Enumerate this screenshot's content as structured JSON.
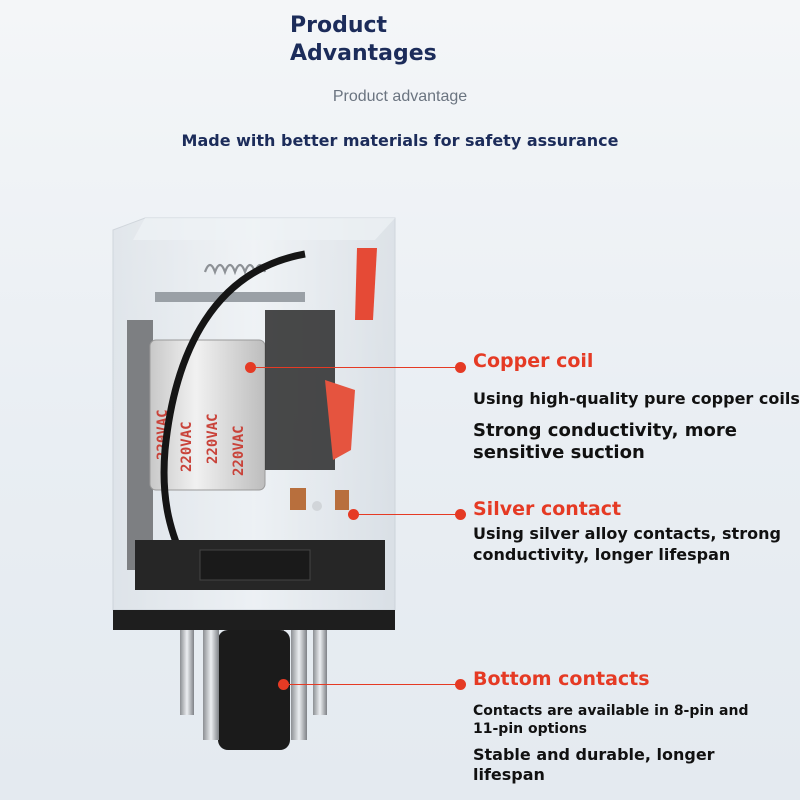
{
  "header": {
    "title_line1": "Product",
    "title_line2": "Advantages",
    "subtitle": "Product advantage",
    "tagline": "Made with better materials for safety assurance"
  },
  "product_image": {
    "coil_label": "220VAC"
  },
  "callouts": [
    {
      "title": "Copper coil",
      "lines": [
        "Using high-quality pure copper coils,",
        "Strong conductivity, more",
        "sensitive suction"
      ]
    },
    {
      "title": "Silver contact",
      "lines": [
        "Using silver alloy contacts, strong",
        "conductivity, longer lifespan"
      ]
    },
    {
      "title": "Bottom contacts",
      "lines": [
        "Contacts are available in 8-pin and",
        "11-pin options",
        "Stable and durable, longer",
        "lifespan"
      ]
    }
  ],
  "colors": {
    "accent": "#e53a24",
    "heading": "#1c2c5a",
    "subtle": "#6b7480"
  }
}
